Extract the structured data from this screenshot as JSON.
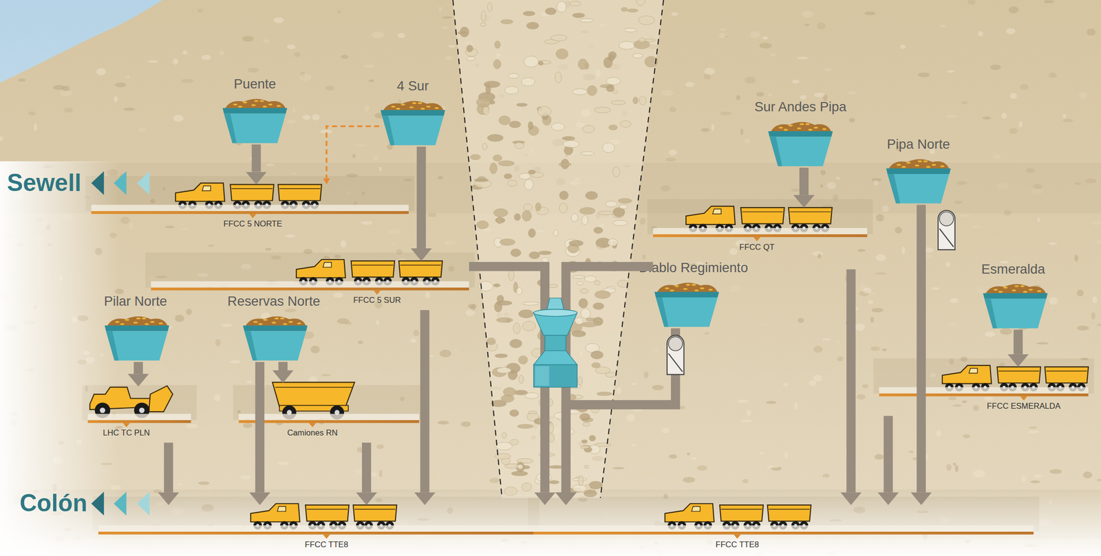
{
  "diagram": {
    "nodes": [
      {
        "text": [
          "Puente"
        ]
      },
      {
        "text": [
          "4 Sur"
        ]
      },
      {
        "text": [
          "Sur Andes Pipa"
        ]
      },
      {
        "text": [
          "Pipa Norte"
        ]
      },
      {
        "text": [
          "FFCC 5 NORTE"
        ]
      },
      {
        "text": [
          "FFCC QT"
        ]
      },
      {
        "text": [
          "FFCC 5 SUR"
        ]
      },
      {
        "text": [
          "Diablo Regimiento"
        ]
      },
      {
        "text": [
          "Esmeralda"
        ]
      },
      {
        "text": [
          "Pilar Norte"
        ]
      },
      {
        "text": [
          "Reservas Norte"
        ]
      },
      {
        "text": [
          "FFCC ESMERALDA"
        ]
      },
      {
        "text": [
          "LHC TC PLN"
        ]
      },
      {
        "text": [
          "Camiones RN"
        ]
      },
      {
        "text": [
          "FFCC TTE8"
        ]
      },
      {
        "text": [
          "FFCC TTE8"
        ]
      }
    ],
    "edges": [
      {
        "from": 0,
        "to": 4,
        "arrow": "to"
      },
      {
        "from": 1,
        "to": 4,
        "arrow": "to"
      },
      {
        "from": 1,
        "to": 6,
        "arrow": "to"
      },
      {
        "from": 2,
        "to": 5,
        "arrow": "to"
      },
      {
        "from": 3,
        "to": 15,
        "arrow": "to"
      },
      {
        "from": 6,
        "to": 14,
        "arrow": "to"
      },
      {
        "from": 6,
        "to": 15,
        "arrow": "to"
      },
      {
        "from": 5,
        "to": 15,
        "arrow": "to"
      },
      {
        "from": 5,
        "to": 15,
        "arrow": "to"
      },
      {
        "from": 7,
        "to": 15,
        "arrow": "to"
      },
      {
        "from": 8,
        "to": 11,
        "arrow": "to"
      },
      {
        "from": 9,
        "to": 12,
        "arrow": "to"
      },
      {
        "from": 10,
        "to": 13,
        "arrow": "to"
      },
      {
        "from": 10,
        "to": 14,
        "arrow": "to"
      },
      {
        "from": 11,
        "to": 15,
        "arrow": "to"
      },
      {
        "from": 12,
        "to": 14,
        "arrow": "to"
      },
      {
        "from": 13,
        "to": 14,
        "arrow": "to"
      }
    ],
    "labels": [
      "Sewell",
      "Colón"
    ]
  }
}
